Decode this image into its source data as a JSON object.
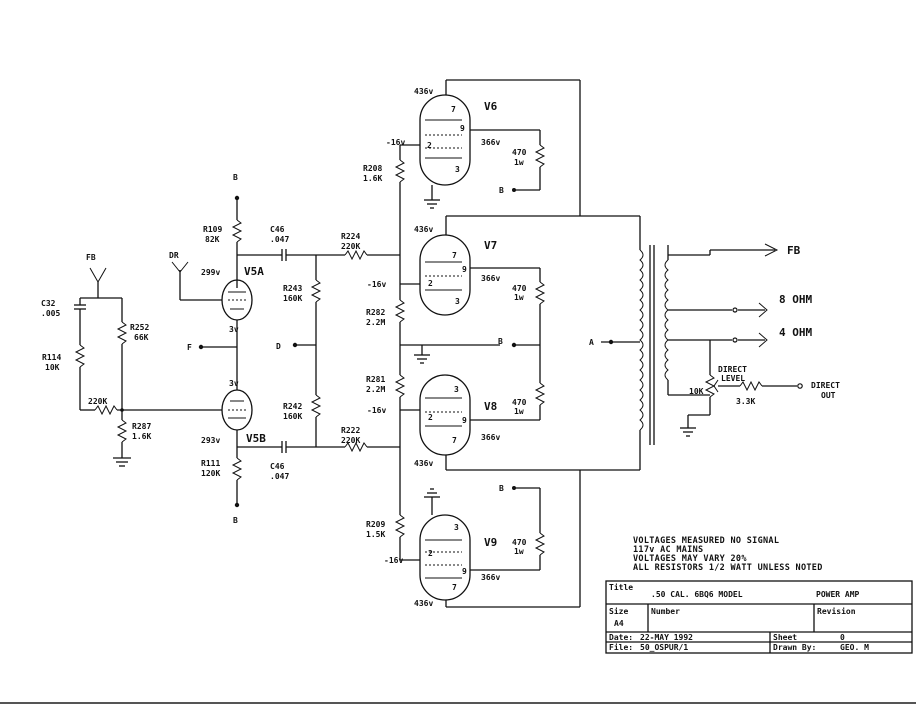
{
  "tubes": {
    "v5a": "V5A",
    "v5b": "V5B",
    "v6": "V6",
    "v7": "V7",
    "v8": "V8",
    "v9": "V9"
  },
  "resistors": {
    "r109": {
      "ref": "R109",
      "value": "82K"
    },
    "r111": {
      "ref": "R111",
      "value": "120K"
    },
    "r252": {
      "ref": "R252",
      "value": "66K"
    },
    "r114": {
      "ref": "R114",
      "value": "10K"
    },
    "r280": {
      "value": "220K"
    },
    "r287": {
      "ref": "R287",
      "value": "1.6K"
    },
    "r224": {
      "ref": "R224",
      "value": "220K"
    },
    "r222": {
      "ref": "R222",
      "value": "220K"
    },
    "r243": {
      "ref": "R243",
      "value": "160K"
    },
    "r242": {
      "ref": "R242",
      "value": "160K"
    },
    "r208": {
      "ref": "R208",
      "value": "1.6K"
    },
    "r282": {
      "ref": "R282",
      "value": "2.2M"
    },
    "r281": {
      "ref": "R281",
      "value": "2.2M"
    },
    "r209": {
      "ref": "R209",
      "value": "1.5K"
    },
    "r_v6": {
      "value": "470",
      "rating": "1w"
    },
    "r_v7": {
      "value": "470",
      "rating": "1w"
    },
    "r_v8": {
      "value": "470",
      "rating": "1w"
    },
    "r_v9": {
      "value": "470",
      "rating": "1w"
    },
    "pot": {
      "value": "10K"
    },
    "r_out": {
      "value": "3.3K"
    }
  },
  "capacitors": {
    "c32": {
      "ref": "C32",
      "value": ".005"
    },
    "c46a": {
      "ref": "C46",
      "value": ".047"
    },
    "c46b": {
      "ref": "C46",
      "value": ".047"
    }
  },
  "voltages": {
    "v5a_plate": "299v",
    "v5a_cathode": "3v",
    "v5b_cathode": "3v",
    "v5b_plate": "293v",
    "v6_plate": "436v",
    "v6_screen": "366v",
    "v6_bias": "-16v",
    "v7_plate": "436v",
    "v7_screen": "366v",
    "v7_bias": "-16v",
    "v8_plate": "436v",
    "v8_screen": "366v",
    "v8_bias": "-16v",
    "v9_plate": "436v",
    "v9_screen": "366v",
    "v9_bias": "-16v"
  },
  "pins": {
    "p2": "2",
    "p3": "3",
    "p7": "7",
    "p9": "9"
  },
  "nodes": {
    "b": "B",
    "f": "F",
    "d": "D",
    "a": "A",
    "fb": "FB",
    "dr": "DR"
  },
  "outputs": {
    "fb": "FB",
    "ohm8": "8 OHM",
    "ohm4": "4 OHM",
    "direct_level_1": "DIRECT",
    "direct_level_2": "LEVEL",
    "direct_out_1": "DIRECT",
    "direct_out_2": "OUT"
  },
  "notes": [
    "VOLTAGES MEASURED NO SIGNAL",
    "117v AC MAINS",
    "VOLTAGES MAY VARY 20%",
    "ALL RESISTORS 1/2 WATT UNLESS NOTED"
  ],
  "title_block": {
    "title_label": "Title",
    "title_value": ".50 CAL. 6BQ6 MODEL",
    "title_right": "POWER AMP",
    "size_label": "Size",
    "size_value": "A4",
    "number_label": "Number",
    "revision_label": "Revision",
    "date_label": "Date:",
    "date_value": "22-MAY  1992",
    "sheet_label": "Sheet",
    "sheet_value": "0",
    "file_label": "File:",
    "file_value": "50_OSPUR/1",
    "drawn_label": "Drawn By:",
    "drawn_value": "GEO. M"
  }
}
